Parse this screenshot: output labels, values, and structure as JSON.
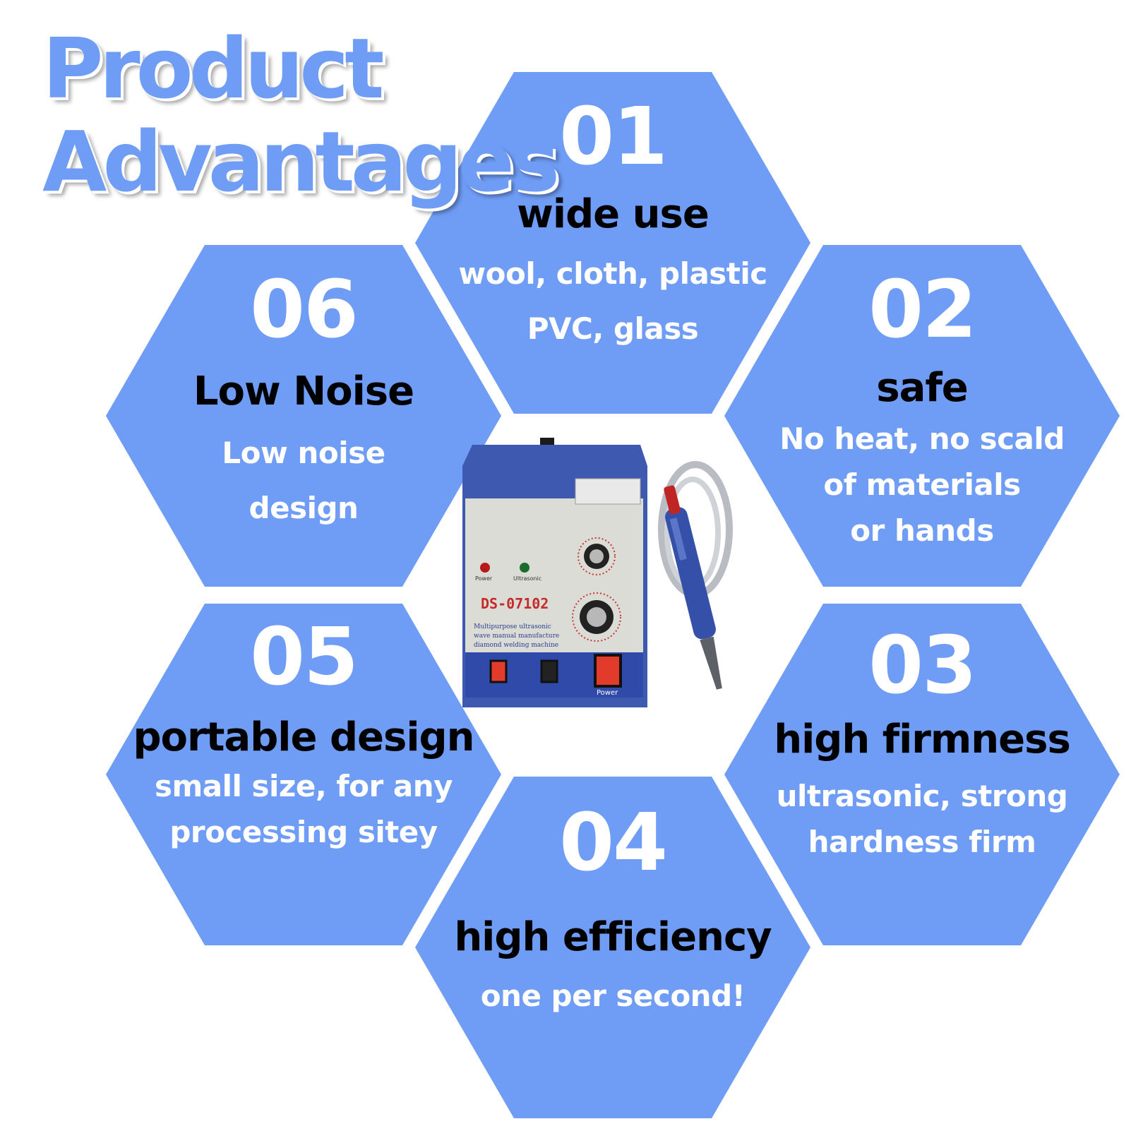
{
  "headline": {
    "line1": "Product",
    "line2": "Advantages"
  },
  "colors": {
    "hexagon": "#6f9cf5",
    "title_text": "#000000",
    "desc_text": "#ffffff"
  },
  "advantages": [
    {
      "number": "01",
      "title": "wide use",
      "desc": [
        "wool, cloth, plastic",
        "PVC, glass"
      ]
    },
    {
      "number": "02",
      "title": "safe",
      "desc": [
        "No heat, no scald",
        "of materials",
        "or hands"
      ]
    },
    {
      "number": "03",
      "title": "high firmness",
      "desc": [
        "ultrasonic, strong",
        "hardness firm"
      ]
    },
    {
      "number": "04",
      "title": "high efficiency",
      "desc": [
        "one per second!"
      ]
    },
    {
      "number": "05",
      "title": "portable design",
      "desc": [
        "small size, for any",
        "processing sitey"
      ]
    },
    {
      "number": "06",
      "title": "Low Noise",
      "desc": [
        "Low noise",
        "design"
      ]
    }
  ],
  "product": {
    "model": "DS-07102",
    "description_lines": [
      "Multipurpose ultrasonic",
      "wave manual manufacture",
      "diamond welding machine"
    ],
    "labels": {
      "power_led": "Power",
      "ultrasonic_led": "Ultrasonic",
      "power_switch": "Power"
    }
  }
}
